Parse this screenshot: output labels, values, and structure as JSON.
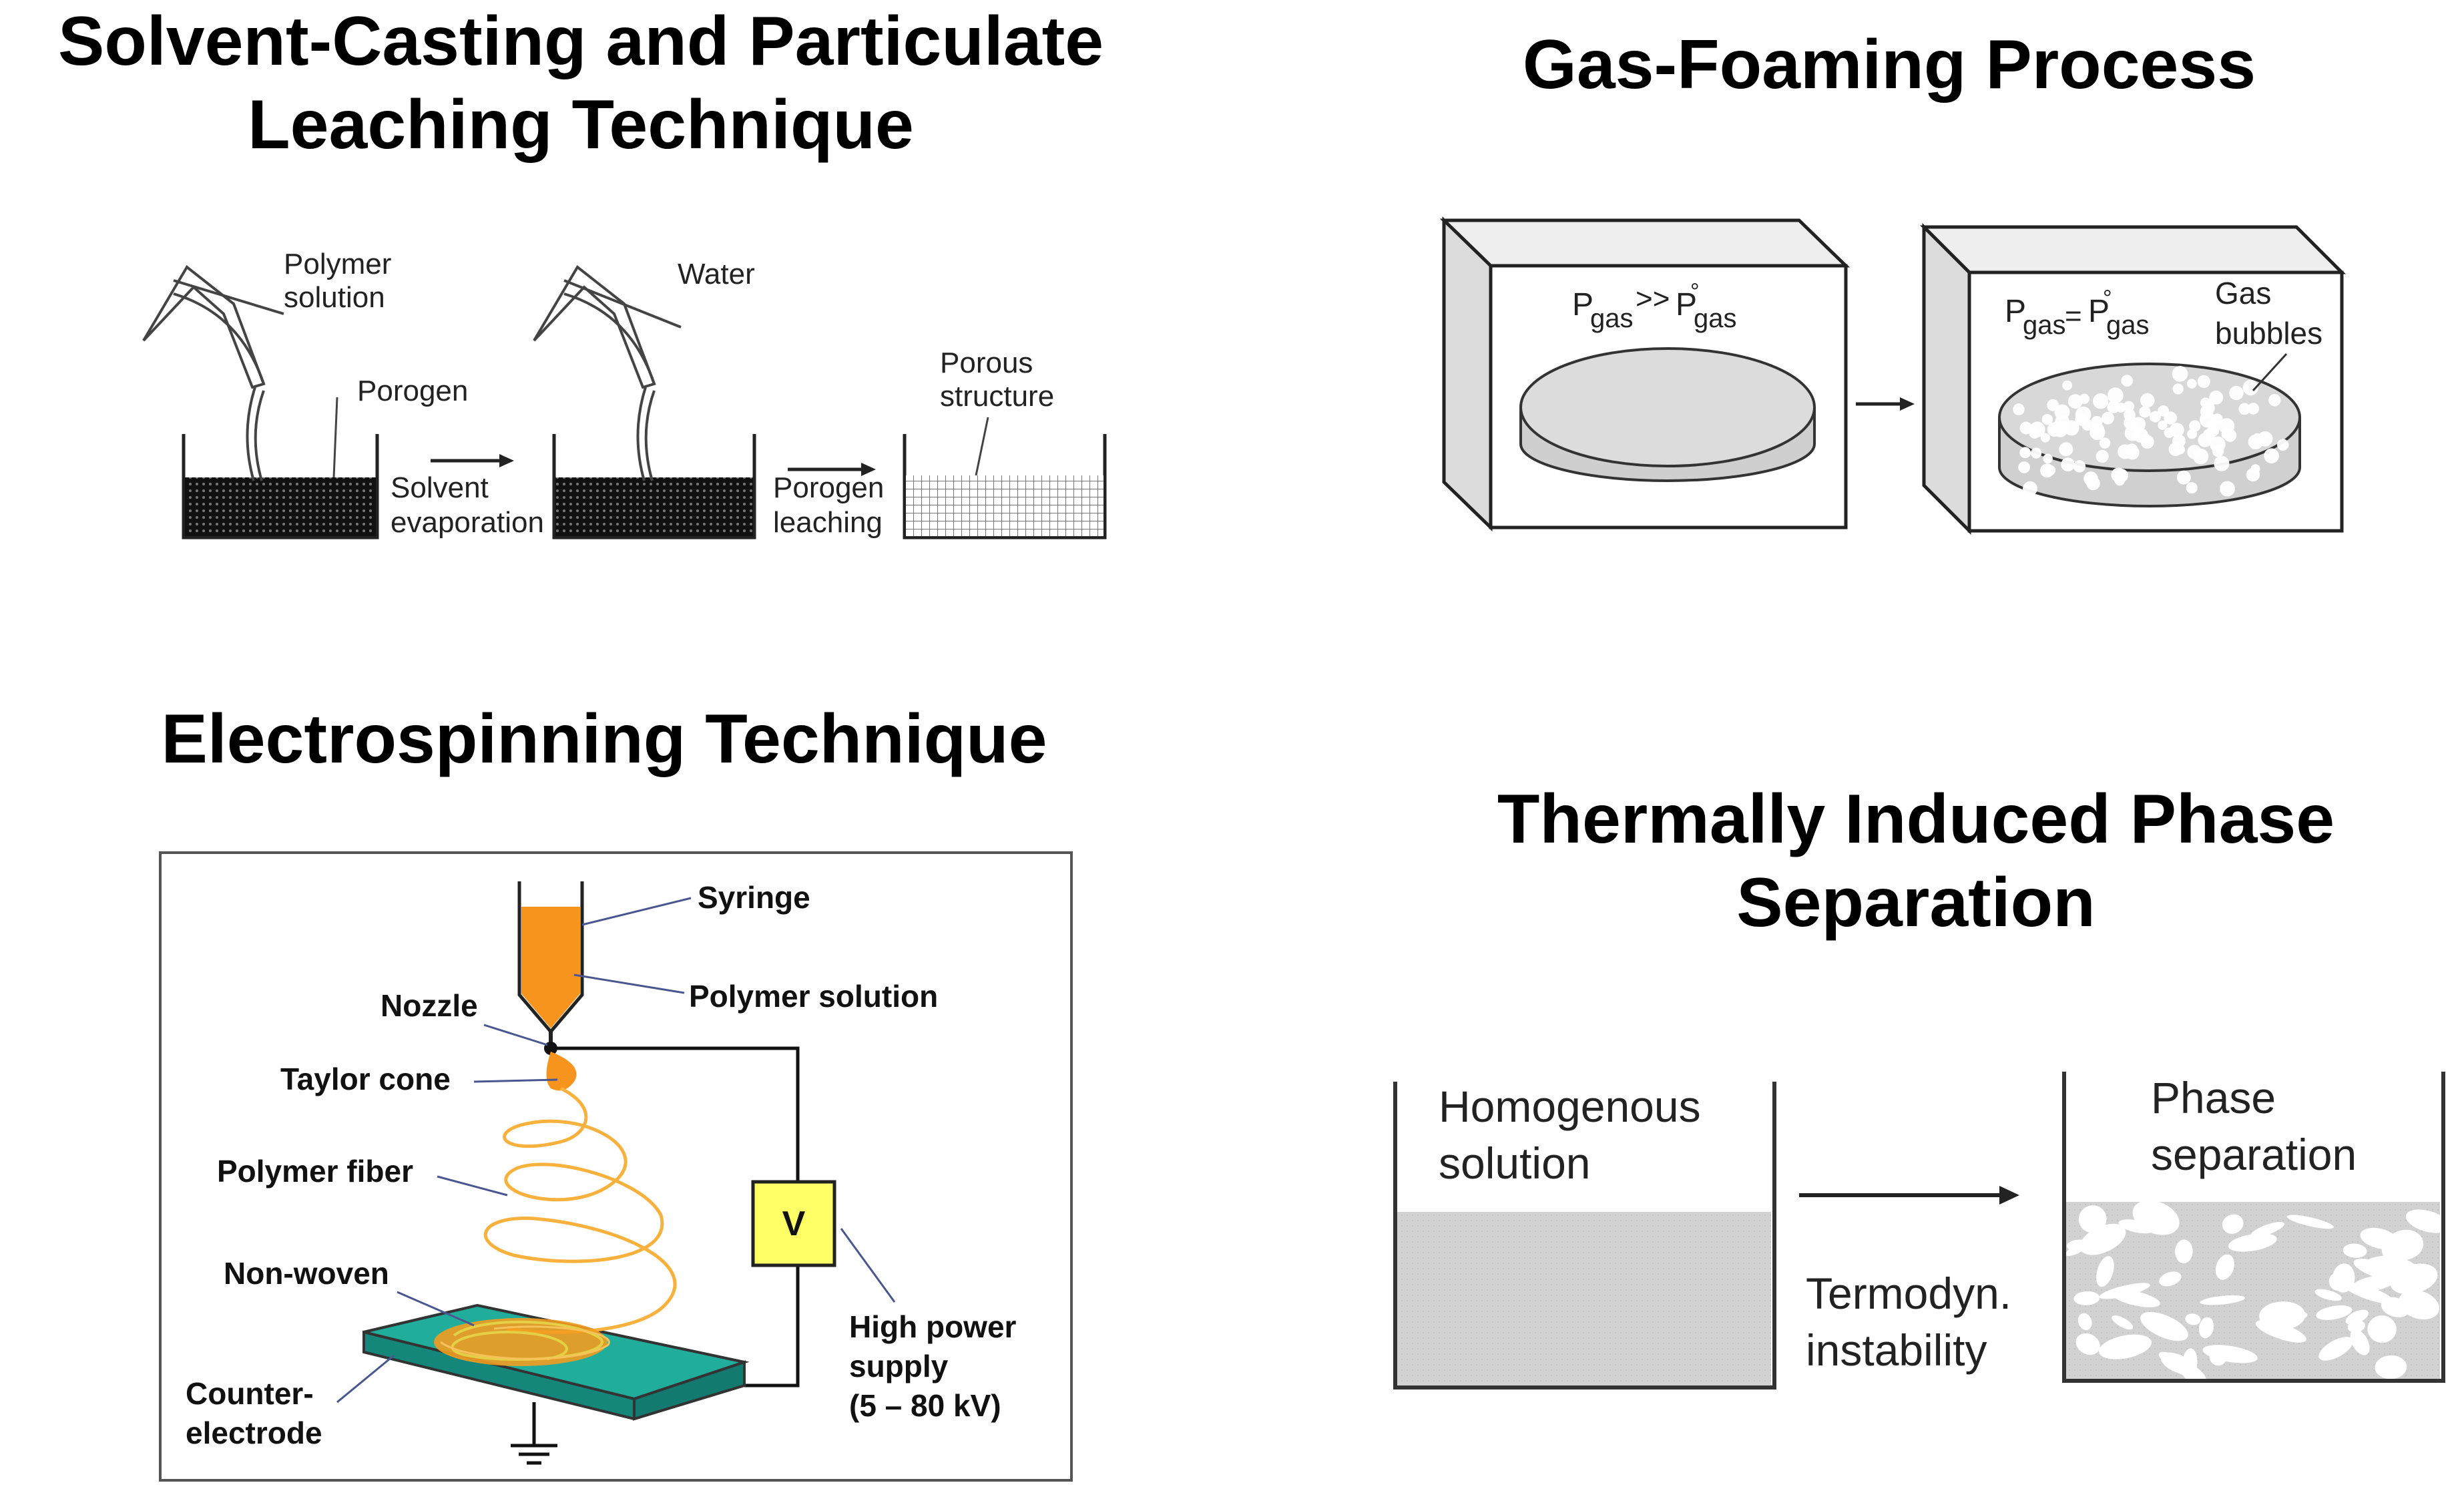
{
  "panels": {
    "solvent_casting": {
      "title_line1": "Solvent-Casting and Particulate",
      "title_line2": "Leaching Technique",
      "labels": {
        "polymer_solution_1": "Polymer",
        "polymer_solution_2": "solution",
        "porogen": "Porogen",
        "water": "Water",
        "solvent_evaporation_1": "Solvent",
        "solvent_evaporation_2": "evaporation",
        "porogen_leaching_1": "Porogen",
        "porogen_leaching_2": "leaching",
        "porous_structure_1": "Porous",
        "porous_structure_2": "structure"
      }
    },
    "gas_foaming": {
      "title": "Gas-Foaming Process",
      "labels": {
        "p": "P",
        "gas": "gas",
        "much_greater": ">>",
        "equals": "=",
        "degree": "°",
        "gas_bubbles_1": "Gas",
        "gas_bubbles_2": "bubbles"
      }
    },
    "electrospinning": {
      "title": "Electrospinning Technique",
      "labels": {
        "syringe": "Syringe",
        "polymer_solution": "Polymer solution",
        "nozzle": "Nozzle",
        "taylor_cone": "Taylor cone",
        "polymer_fiber": "Polymer fiber",
        "non_woven": "Non-woven",
        "counter_electrode_1": "Counter-",
        "counter_electrode_2": "electrode",
        "voltmeter": "V",
        "high_power_1": "High power",
        "high_power_2": "supply",
        "high_power_3": "(5 – 80 kV)"
      },
      "colors": {
        "syringe": "#f7941d",
        "fiber": "#f7b13c",
        "plate": "#1a9c8c",
        "voltmeter": "#ffff66"
      }
    },
    "tips": {
      "title_line1": "Thermally Induced Phase",
      "title_line2": "Separation",
      "labels": {
        "homogenous_1": "Homogenous",
        "homogenous_2": "solution",
        "termodyn_1": "Termodyn.",
        "termodyn_2": "instability",
        "phase_sep_1": "Phase",
        "phase_sep_2": "separation"
      }
    }
  }
}
